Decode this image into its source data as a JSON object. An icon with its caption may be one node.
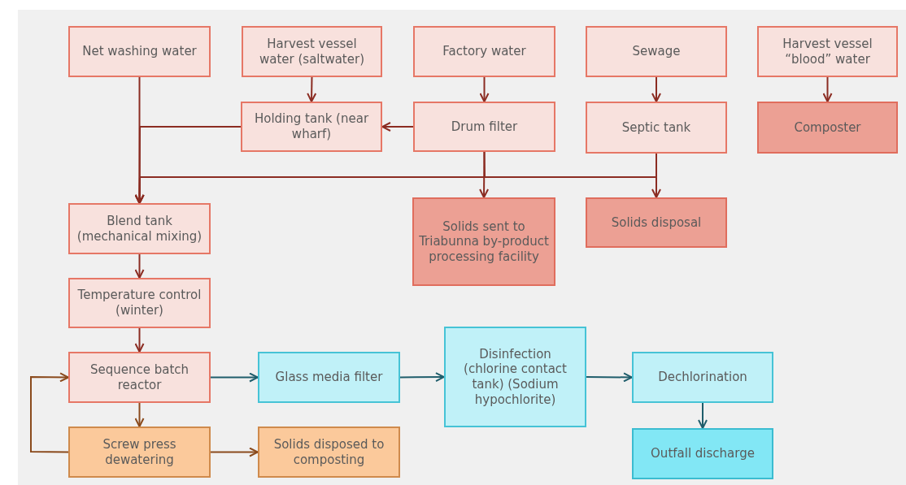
{
  "diagram": {
    "nodes": [
      {
        "text": [
          "Net washing water"
        ]
      },
      {
        "text": [
          "Harvest vessel water (saltwater)"
        ]
      },
      {
        "text": [
          "Factory water"
        ]
      },
      {
        "text": [
          "Sewage"
        ]
      },
      {
        "text": [
          "Harvest vessel “blood” water"
        ]
      },
      {
        "text": [
          "Holding tank (near wharf)"
        ]
      },
      {
        "text": [
          "Drum filter"
        ]
      },
      {
        "text": [
          "Septic tank"
        ]
      },
      {
        "text": [
          "Composter"
        ]
      },
      {
        "text": [
          "Blend tank (mechanical mixing)"
        ]
      },
      {
        "text": [
          "Solids sent to Triabunna by-product processing facility"
        ]
      },
      {
        "text": [
          "Solids disposal"
        ]
      },
      {
        "text": [
          "Temperature control (winter)"
        ]
      },
      {
        "text": [
          "Sequence batch reactor"
        ]
      },
      {
        "text": [
          "Glass media filter"
        ]
      },
      {
        "text": [
          "Disinfection (chlorine contact tank) (Sodium hypochlorite)"
        ]
      },
      {
        "text": [
          "Dechlorination"
        ]
      },
      {
        "text": [
          "Screw press dewatering"
        ]
      },
      {
        "text": [
          "Solids disposed to composting"
        ]
      },
      {
        "text": [
          "Outfall discharge"
        ]
      }
    ],
    "edges": [
      {
        "from": 0,
        "to": 9,
        "arrow": "to"
      },
      {
        "from": 1,
        "to": 5,
        "arrow": "to"
      },
      {
        "from": 2,
        "to": 6,
        "arrow": "to"
      },
      {
        "from": 3,
        "to": 7,
        "arrow": "to"
      },
      {
        "from": 4,
        "to": 8,
        "arrow": "to"
      },
      {
        "from": 6,
        "to": 5,
        "arrow": "to"
      },
      {
        "from": 5,
        "to": 9,
        "arrow": "to"
      },
      {
        "from": 6,
        "to": 9,
        "arrow": "to"
      },
      {
        "from": 7,
        "to": 9,
        "arrow": "to"
      },
      {
        "from": 6,
        "to": 10,
        "arrow": "to"
      },
      {
        "from": 7,
        "to": 11,
        "arrow": "to"
      },
      {
        "from": 9,
        "to": 12,
        "arrow": "to"
      },
      {
        "from": 12,
        "to": 13,
        "arrow": "to"
      },
      {
        "from": 13,
        "to": 14,
        "arrow": "to",
        "color": "#1f5d6b"
      },
      {
        "from": 14,
        "to": 15,
        "arrow": "to",
        "color": "#1f5d6b"
      },
      {
        "from": 15,
        "to": 16,
        "arrow": "to",
        "color": "#1f5d6b"
      },
      {
        "from": 16,
        "to": 19,
        "arrow": "to",
        "color": "#1f5d6b"
      },
      {
        "from": 13,
        "to": 17,
        "arrow": "to",
        "color": "#8a4a1c"
      },
      {
        "from": 17,
        "to": 18,
        "arrow": "to",
        "color": "#8a4a1c"
      },
      {
        "from": 17,
        "to": 13,
        "arrow": "to",
        "color": "#8a4a1c"
      }
    ]
  }
}
